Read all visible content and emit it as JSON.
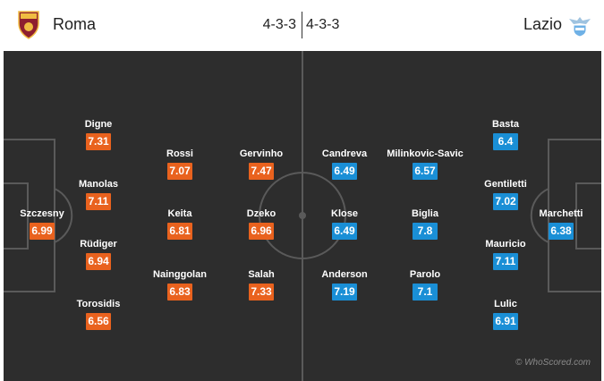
{
  "home": {
    "name": "Roma",
    "formation": "4-3-3",
    "logo_icon": "roma-crest-icon",
    "color": "#e9621e",
    "players": [
      {
        "name": "Szczesny",
        "rating": "6.99"
      },
      {
        "name": "Digne",
        "rating": "7.31"
      },
      {
        "name": "Manolas",
        "rating": "7.11"
      },
      {
        "name": "Rüdiger",
        "rating": "6.94"
      },
      {
        "name": "Torosidis",
        "rating": "6.56"
      },
      {
        "name": "Rossi",
        "rating": "7.07"
      },
      {
        "name": "Keita",
        "rating": "6.81"
      },
      {
        "name": "Nainggolan",
        "rating": "6.83"
      },
      {
        "name": "Gervinho",
        "rating": "7.47"
      },
      {
        "name": "Dzeko",
        "rating": "6.96"
      },
      {
        "name": "Salah",
        "rating": "7.33"
      }
    ]
  },
  "away": {
    "name": "Lazio",
    "formation": "4-3-3",
    "logo_icon": "lazio-eagle-crest-icon",
    "color": "#1a8fd6",
    "players": [
      {
        "name": "Candreva",
        "rating": "6.49"
      },
      {
        "name": "Klose",
        "rating": "6.49"
      },
      {
        "name": "Anderson",
        "rating": "7.19"
      },
      {
        "name": "Milinkovic-Savic",
        "rating": "6.57"
      },
      {
        "name": "Biglia",
        "rating": "7.8"
      },
      {
        "name": "Parolo",
        "rating": "7.1"
      },
      {
        "name": "Basta",
        "rating": "6.4"
      },
      {
        "name": "Gentiletti",
        "rating": "7.02"
      },
      {
        "name": "Mauricio",
        "rating": "7.11"
      },
      {
        "name": "Lulic",
        "rating": "6.91"
      },
      {
        "name": "Marchetti",
        "rating": "6.38"
      }
    ]
  },
  "watermark": "© WhoScored.com"
}
